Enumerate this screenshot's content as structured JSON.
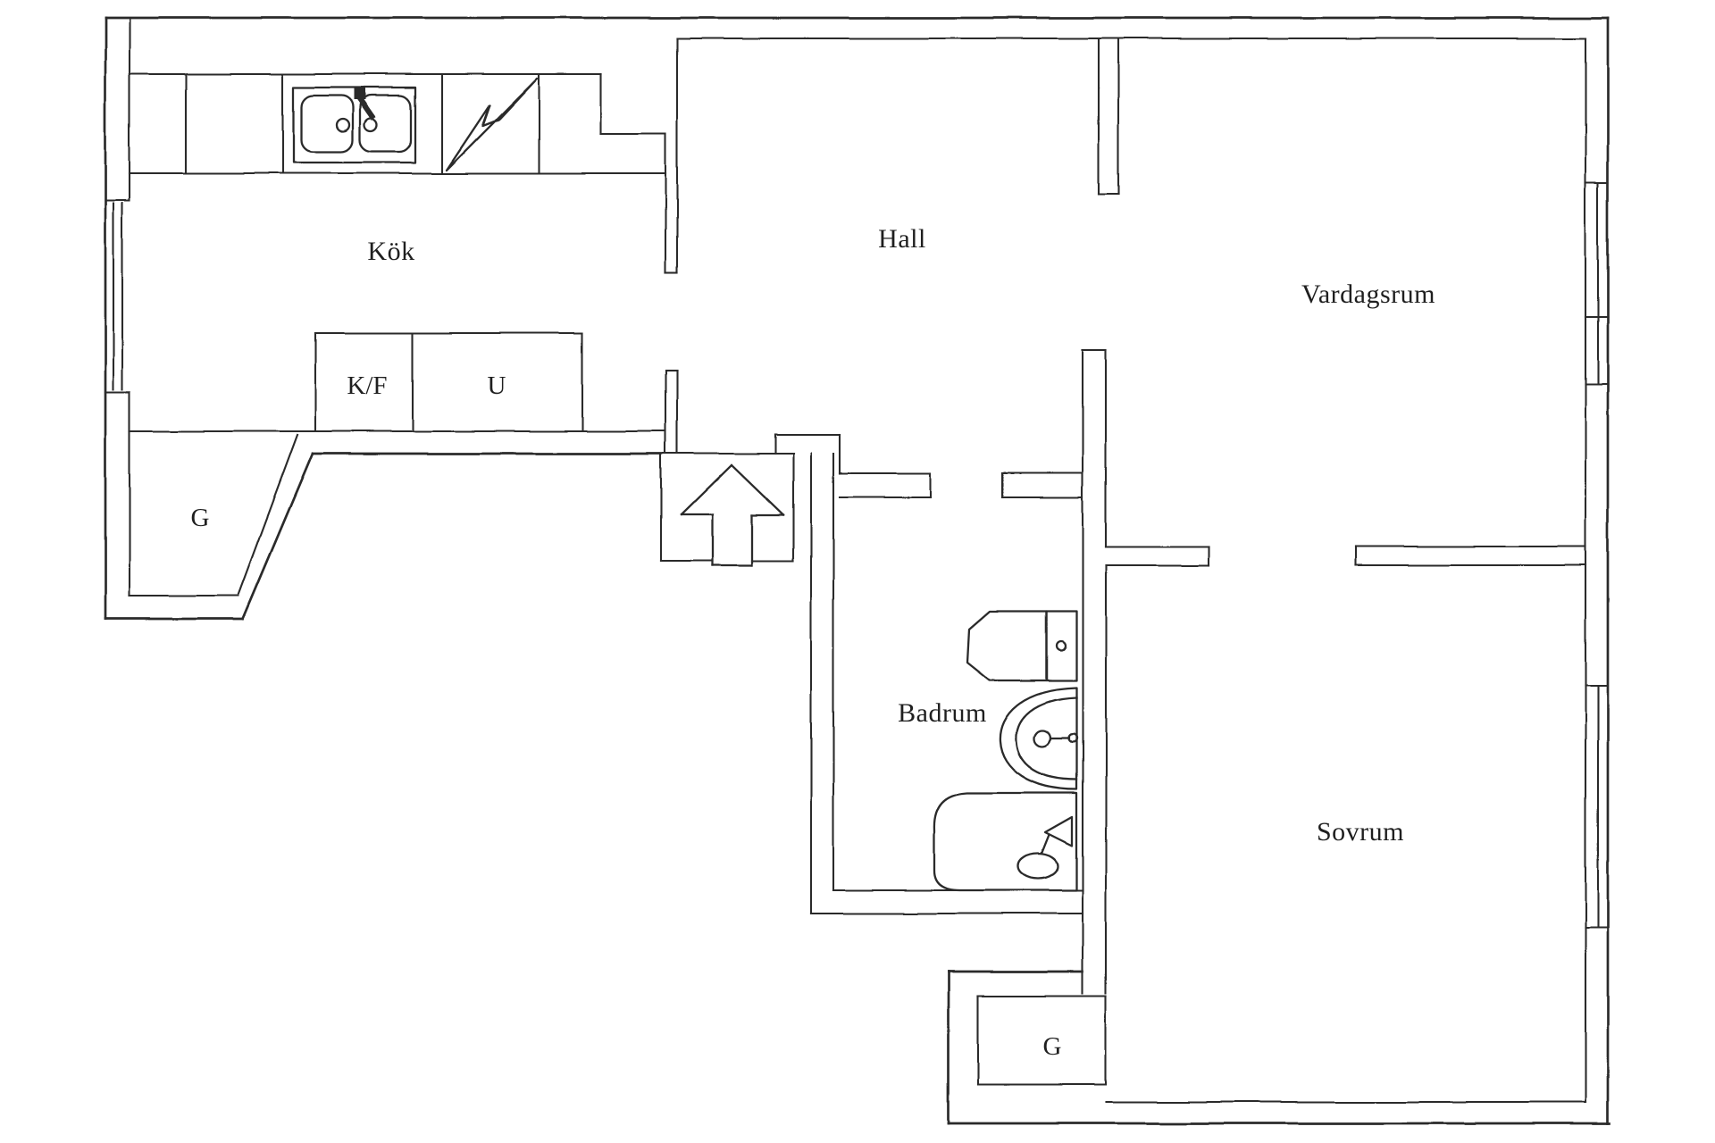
{
  "meta": {
    "type": "floor-plan",
    "style": "hand-drawn architectural sketch, black ink on white"
  },
  "colors": {
    "ink": "#2a2a2a",
    "background": "#ffffff"
  },
  "rooms": [
    {
      "id": "kok",
      "label": "Kök"
    },
    {
      "id": "hall",
      "label": "Hall"
    },
    {
      "id": "vardagsrum",
      "label": "Vardagsrum"
    },
    {
      "id": "badrum",
      "label": "Badrum"
    },
    {
      "id": "sovrum",
      "label": "Sovrum"
    }
  ],
  "closets": [
    {
      "id": "closet-kitchen",
      "label": "G"
    },
    {
      "id": "closet-bedroom",
      "label": "G"
    }
  ],
  "appliances": [
    {
      "id": "fridge-freezer",
      "label": "K/F"
    },
    {
      "id": "u-appliance",
      "label": "U"
    }
  ],
  "fixtures": [
    "kitchen-double-sink-icon",
    "stove-zigzag-icon",
    "entrance-arrow-icon",
    "toilet-icon",
    "washbasin-icon",
    "bathtub-icon"
  ],
  "windows": [
    "kitchen-left-window",
    "livingroom-right-window",
    "bedroom-right-window"
  ]
}
